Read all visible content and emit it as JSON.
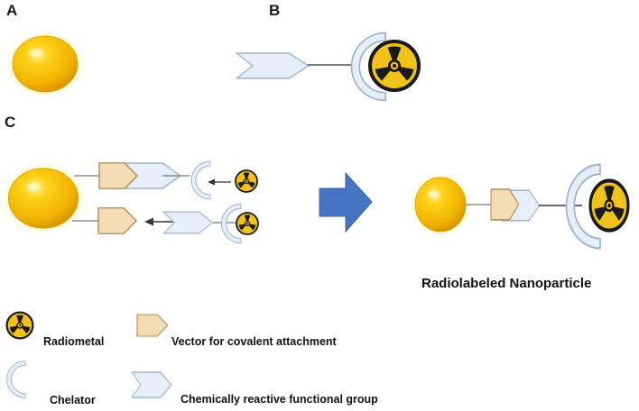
{
  "panels": {
    "a": "A",
    "b": "B",
    "c": "C"
  },
  "result_caption": "Radiolabeled Nanoparticle",
  "legend": {
    "radiometal": "Radiometal",
    "vector": "Vector for covalent attachment",
    "chelator": "Chelator",
    "reactive_group": "Chemically reactive functional group"
  },
  "colors": {
    "nanoparticle": "#f2b300",
    "glow": "#fbf19a",
    "vector_fill": "#f1dcb4",
    "vector_stroke": "#b48c5a",
    "chelator_fill": "#e5eef9",
    "chelator_stroke": "#9fb4cf",
    "radiometal": "#f2c21c",
    "arrow": "#4574c4"
  },
  "icons": {
    "radiometal": "radiation-trefoil-icon",
    "reaction_arrow": "block-arrow-right-icon"
  }
}
